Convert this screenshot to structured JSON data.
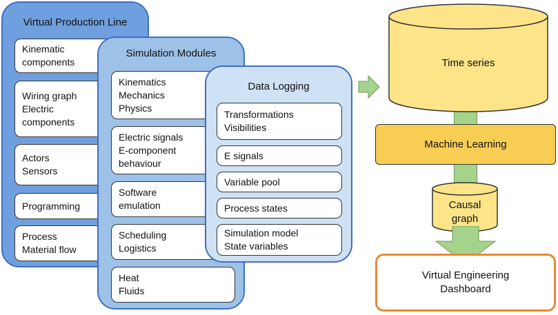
{
  "vpl": {
    "title": "Virtual Production Line",
    "items": [
      "Kinematic\ncomponents",
      "Wiring graph\nElectric\ncomponents",
      "Actors\nSensors",
      "Programming",
      "Process\nMaterial flow"
    ]
  },
  "sim": {
    "title": "Simulation Modules",
    "items": [
      "Kinematics\nMechanics\nPhysics",
      "Electric signals\nE-component\n behaviour",
      "Software\n emulation",
      "Scheduling\nLogistics",
      "Heat\nFluids"
    ]
  },
  "log": {
    "title": "Data Logging",
    "items": [
      "Transformations\nVisibilities",
      "E signals",
      "Variable pool",
      "Process states",
      "Simulation model\n State variables"
    ]
  },
  "right": {
    "time_series": "Time series",
    "machine_learning": "Machine Learning",
    "causal_graph": "Causal\ngraph",
    "dashboard": "Virtual Engineering\nDashboard"
  },
  "colors": {
    "vpl_fill": "#6f9fde",
    "sim_fill": "#9ec1e8",
    "log_fill": "#cfe1f4",
    "yellow": "#fde489",
    "ml_fill": "#f7cd53",
    "arrow_green": "#a6d38c",
    "dashboard_border": "#e58a33"
  }
}
